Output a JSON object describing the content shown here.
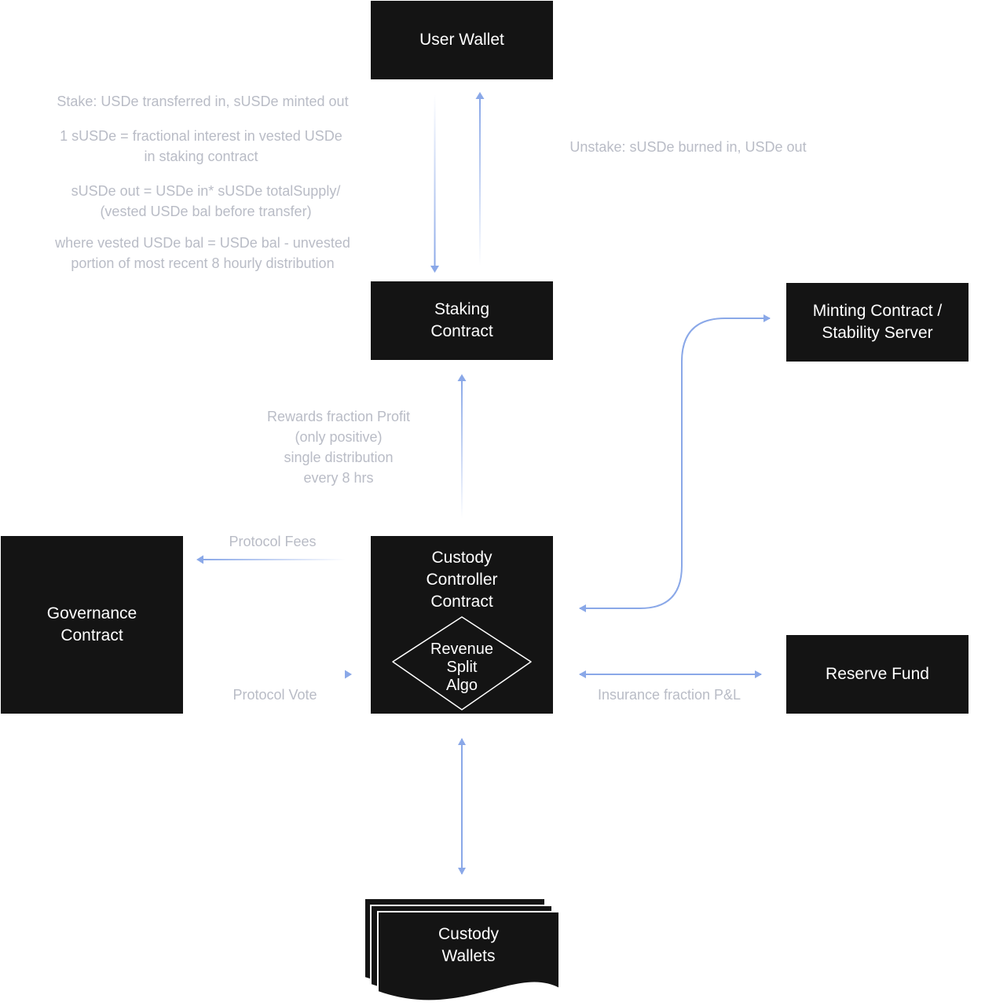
{
  "nodes": {
    "user_wallet": "User Wallet",
    "staking_contract": "Staking\nContract",
    "minting_contract": "Minting Contract /\nStability Server",
    "governance_contract": "Governance\nContract",
    "custody_controller": "Custody\nController\nContract",
    "revenue_split": "Revenue\nSplit\nAlgo",
    "reserve_fund": "Reserve Fund",
    "custody_wallets": "Custody\nWallets"
  },
  "labels": {
    "stake": "Stake: USDe transferred in, sUSDe minted out",
    "fractional": "1 sUSDe = fractional interest in vested USDe\nin staking contract",
    "formula": "sUSDe out = USDe in* sUSDe totalSupply/\n(vested USDe bal before transfer)",
    "vested_def": "where vested USDe bal = USDe bal - unvested\nportion of most recent 8 hourly distribution",
    "unstake": "Unstake: sUSDe burned in, USDe out",
    "rewards": "Rewards fraction Profit\n(only positive)\nsingle distribution\nevery 8 hrs",
    "protocol_fees": "Protocol Fees",
    "protocol_vote": "Protocol Vote",
    "insurance": "Insurance fraction P&L"
  },
  "colors": {
    "node_fill": "#141414",
    "node_text": "#ffffff",
    "edge": "#8aa8e8",
    "label_text": "#b9bcc6"
  }
}
